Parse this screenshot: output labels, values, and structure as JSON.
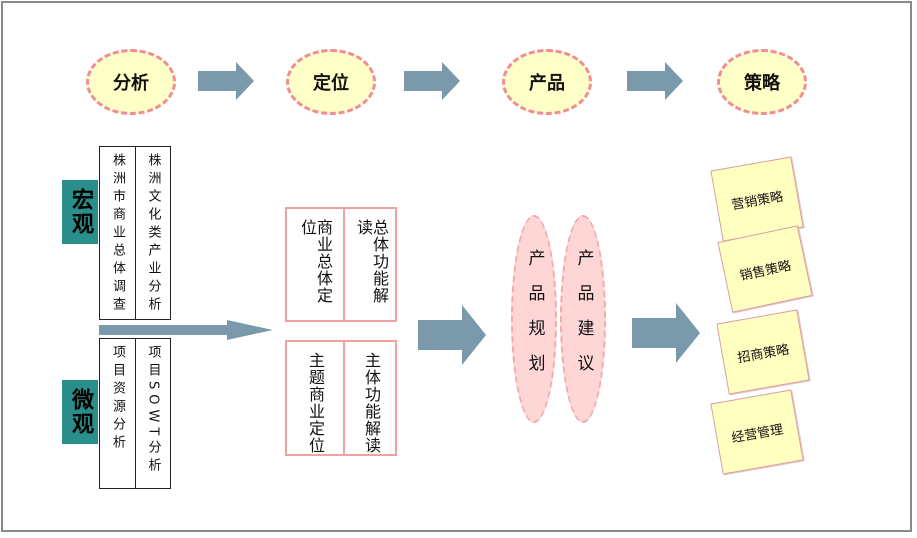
{
  "flow": {
    "steps": [
      "分析",
      "定位",
      "产品",
      "策略"
    ]
  },
  "analysis": {
    "macro_label": "宏观",
    "micro_label": "微观",
    "macro_items": [
      "株洲市商业总体调查",
      "株洲文化类产业分析"
    ],
    "micro_items": [
      "项目资源分析",
      "项目SOWT分析"
    ]
  },
  "positioning": {
    "box1": [
      "商业总体定位",
      "总体功能解读"
    ],
    "box2": [
      "主题商业定位",
      "主体功能解读"
    ]
  },
  "product": {
    "items": [
      "产品规划",
      "产品建议"
    ]
  },
  "strategy": {
    "cards": [
      "营销策略",
      "销售策略",
      "招商策略",
      "经营管理"
    ]
  },
  "colors": {
    "ellipse_fill": "#ffffc8",
    "ellipse_border": "#f08c9c",
    "arrow": "#7a9aab",
    "teal": "#2a8f8c",
    "pink_border": "#f2a0a4",
    "oval_fill": "#ffd6d6",
    "card_fill": "#ffffc0"
  }
}
